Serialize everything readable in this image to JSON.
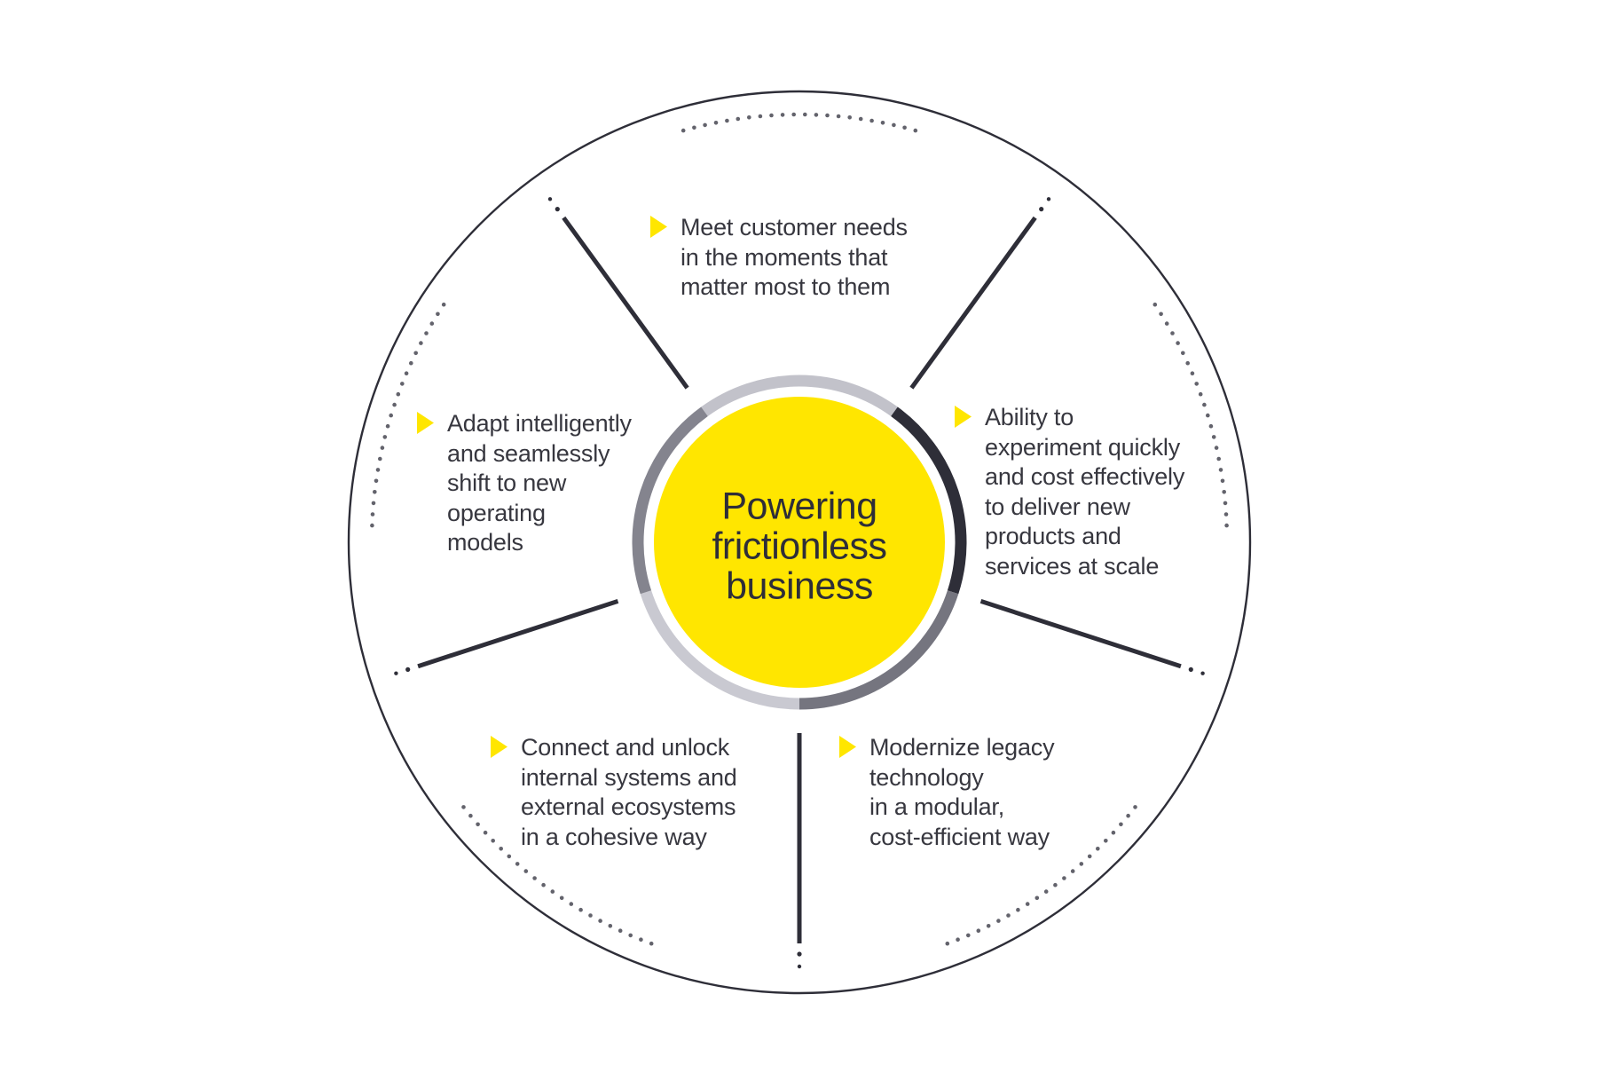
{
  "title": "Powering frictionless business",
  "colors": {
    "background": "#ffffff",
    "accent_yellow": "#ffe600",
    "ink": "#2e2e38",
    "label_text": "#37373f",
    "dot_gray": "#63636c",
    "ring_top": "#c2c2ca",
    "ring_right": "#2e2e38",
    "ring_bottom_right": "#75757f",
    "ring_bottom_left": "#c9c9d1",
    "ring_left": "#84848e"
  },
  "center": {
    "lines": [
      "Powering",
      "frictionless",
      "business"
    ]
  },
  "blocks": {
    "top": {
      "lines": [
        "Meet customer needs",
        "in the moments that",
        "matter most to them"
      ]
    },
    "right": {
      "lines": [
        "Ability to",
        "experiment quickly",
        "and cost effectively",
        "to deliver new",
        "products and",
        "services at scale"
      ]
    },
    "left": {
      "lines": [
        "Adapt intelligently",
        "and seamlessly",
        "shift to new",
        "operating",
        "models"
      ]
    },
    "bottom_left": {
      "lines": [
        "Connect and unlock",
        "internal systems and",
        "external ecosystems",
        "in a cohesive way"
      ]
    },
    "bottom_right": {
      "lines": [
        "Modernize legacy",
        "technology",
        "in a modular,",
        "cost-efficient way"
      ]
    }
  }
}
